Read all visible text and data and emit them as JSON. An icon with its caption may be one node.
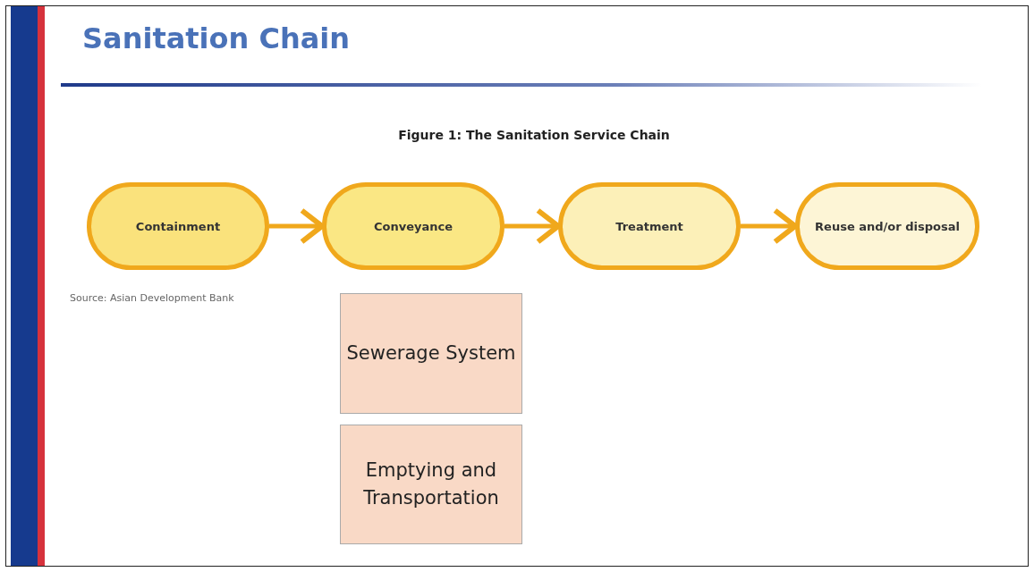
{
  "diagram": {
    "title": "Sanitation Chain",
    "nodes": [
      {
        "text": [
          "Containment"
        ]
      },
      {
        "text": [
          "Conveyance"
        ]
      },
      {
        "text": [
          "Treatment"
        ]
      },
      {
        "text": [
          "Reuse and/or disposal"
        ]
      },
      {
        "text": [
          "Sewerage System"
        ]
      },
      {
        "text": [
          "Emptying and Transportation"
        ]
      }
    ],
    "edges": [
      {
        "from": 0,
        "to": 1,
        "arrow": "to"
      },
      {
        "from": 1,
        "to": 2,
        "arrow": "to"
      },
      {
        "from": 2,
        "to": 3,
        "arrow": "to"
      }
    ],
    "labels": [
      "Figure 1: The Sanitation Service Chain",
      "Source: Asian Development Bank"
    ]
  }
}
